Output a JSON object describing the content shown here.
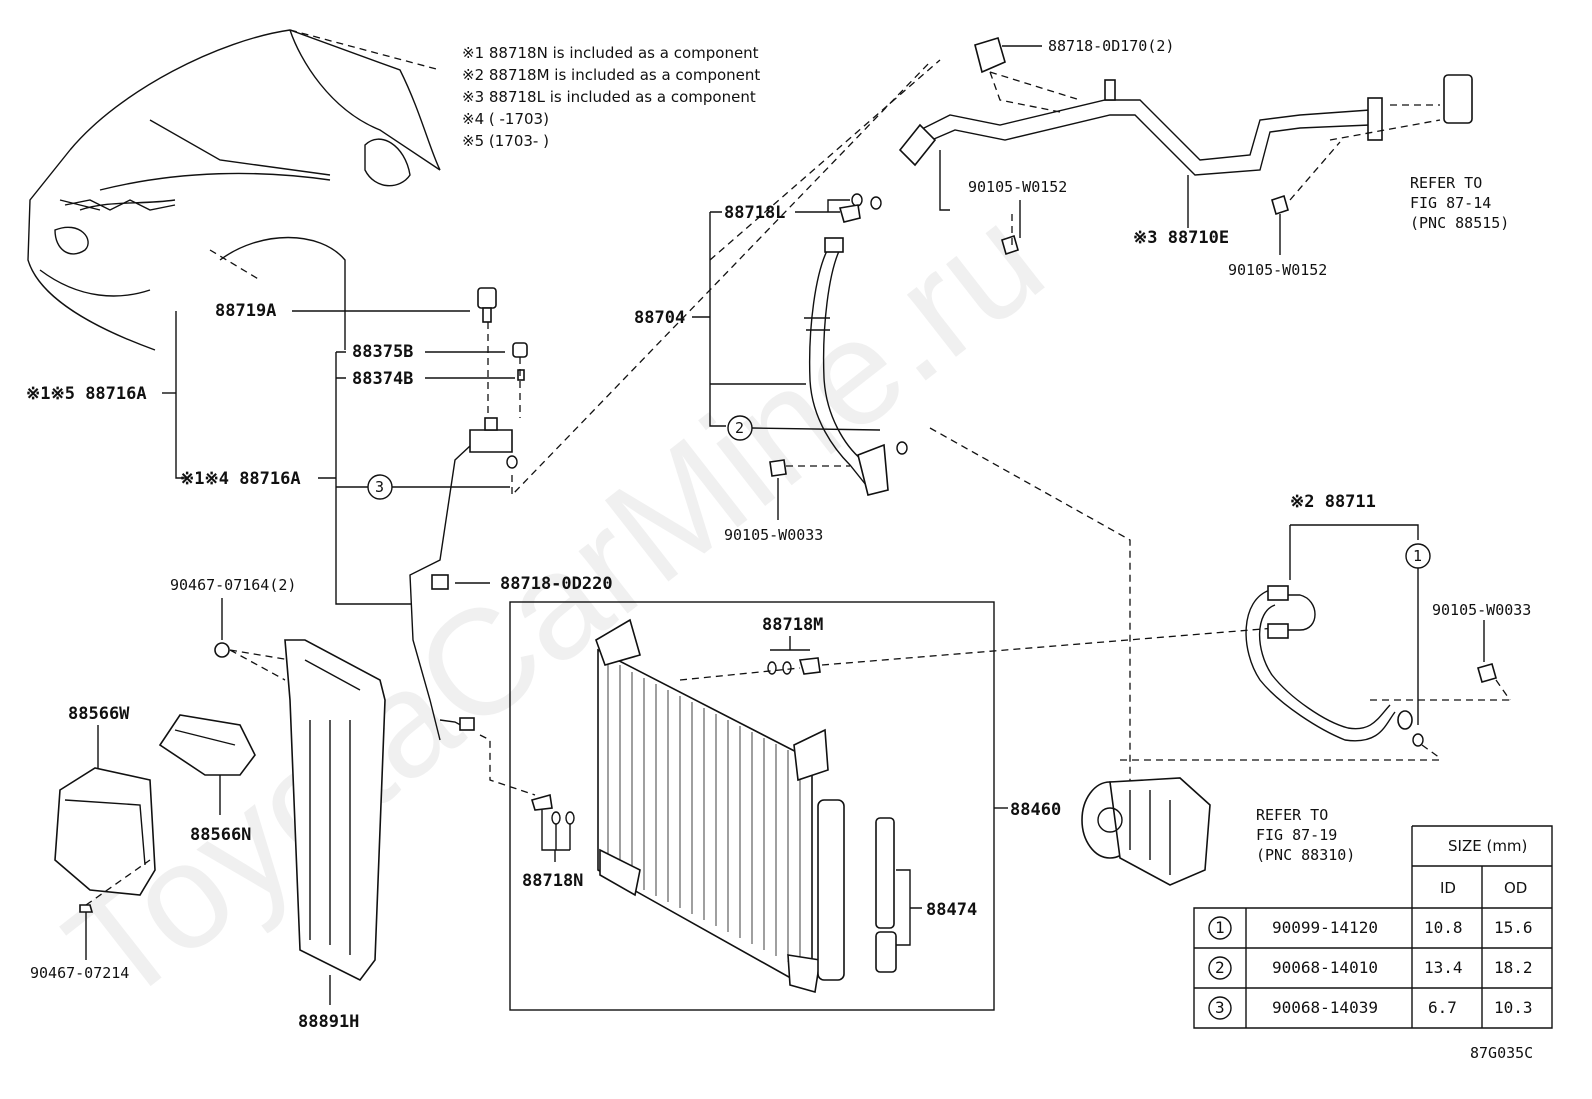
{
  "watermark": "ToyotaCarMine.ru",
  "notes": [
    "※1 88718N is included as a component",
    "※2 88718M is included as a component",
    "※3 88718L  is included as a component",
    "※4 (      -1703)",
    "※5 (1703-      )"
  ],
  "labels": {
    "p88719A": "88719A",
    "p88716A_1": "※1※5 88716A",
    "p88716A_2": "※1※4 88716A",
    "p88375B": "88375B",
    "p88374B": "88374B",
    "p88718_0D220": "88718-0D220",
    "p90467_07164": "90467-07164(2)",
    "p88566W": "88566W",
    "p88566N": "88566N",
    "p90467_07214": "90467-07214",
    "p88891H": "88891H",
    "p88718N": "88718N",
    "p88718M": "88718M",
    "p88460": "88460",
    "p88474": "88474",
    "p88704": "88704",
    "p88718L": "88718L",
    "p90105_W0033_a": "90105-W0033",
    "p88718_0D170": "88718-0D170(2)",
    "p90105_W0152_a": "90105-W0152",
    "p88710E": "※3 88710E",
    "p90105_W0152_b": "90105-W0152",
    "p88711": "※2 88711",
    "p90105_W0033_b": "90105-W0033",
    "refer_1_l1": "REFER TO",
    "refer_1_l2": "FIG 87-14",
    "refer_1_l3": "(PNC 88515)",
    "refer_2_l1": "REFER TO",
    "refer_2_l2": "FIG 87-19",
    "refer_2_l3": "(PNC 88310)",
    "circle_1": "1",
    "circle_2": "2",
    "circle_3": "3",
    "figure_code": "87G035C"
  },
  "size_table": {
    "header": "SIZE (mm)",
    "col_id": "ID",
    "col_od": "OD",
    "rows": [
      {
        "mark": "1",
        "part": "90099-14120",
        "id": "10.8",
        "od": "15.6"
      },
      {
        "mark": "2",
        "part": "90068-14010",
        "id": "13.4",
        "od": "18.2"
      },
      {
        "mark": "3",
        "part": "90068-14039",
        "id": "6.7",
        "od": "10.3"
      }
    ]
  }
}
